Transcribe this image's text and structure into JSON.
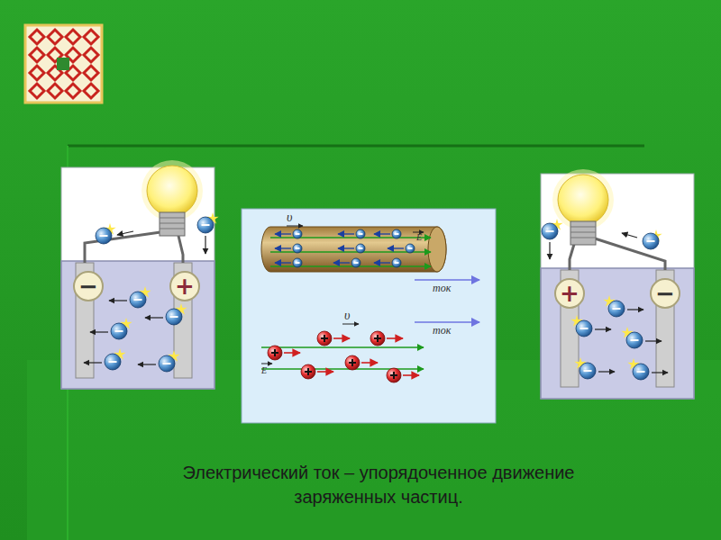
{
  "diagram": {
    "caption": "Электрический ток – упорядоченное движение заряженных частиц.",
    "nodes": [
      {
        "text": [
          "−"
        ]
      },
      {
        "text": [
          "+"
        ]
      },
      {
        "text": [
          "+"
        ]
      },
      {
        "text": [
          "−"
        ]
      }
    ],
    "labels": [
      "υ",
      "E",
      "ток",
      "ток",
      "υ",
      "E"
    ]
  }
}
